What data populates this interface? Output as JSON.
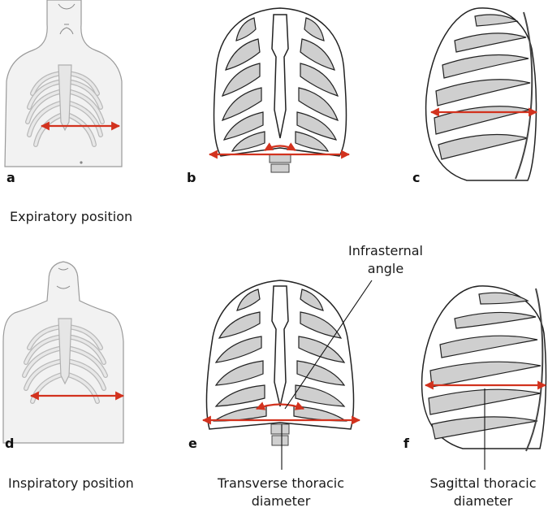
{
  "panels": {
    "a": "a",
    "b": "b",
    "c": "c",
    "d": "d",
    "e": "e",
    "f": "f"
  },
  "row_labels": {
    "expiratory": "Expiratory position",
    "inspiratory": "Inspiratory position"
  },
  "callouts": {
    "infrasternal_line1": "Infrasternal",
    "infrasternal_line2": "angle",
    "transverse_line1": "Transverse thoracic",
    "transverse_line2": "diameter",
    "sagittal_line1": "Sagittal thoracic",
    "sagittal_line2": "diameter"
  },
  "colors": {
    "arrow": "#d2321e",
    "rib_gap": "#cfcfcf",
    "body": "#f2f2f2"
  }
}
